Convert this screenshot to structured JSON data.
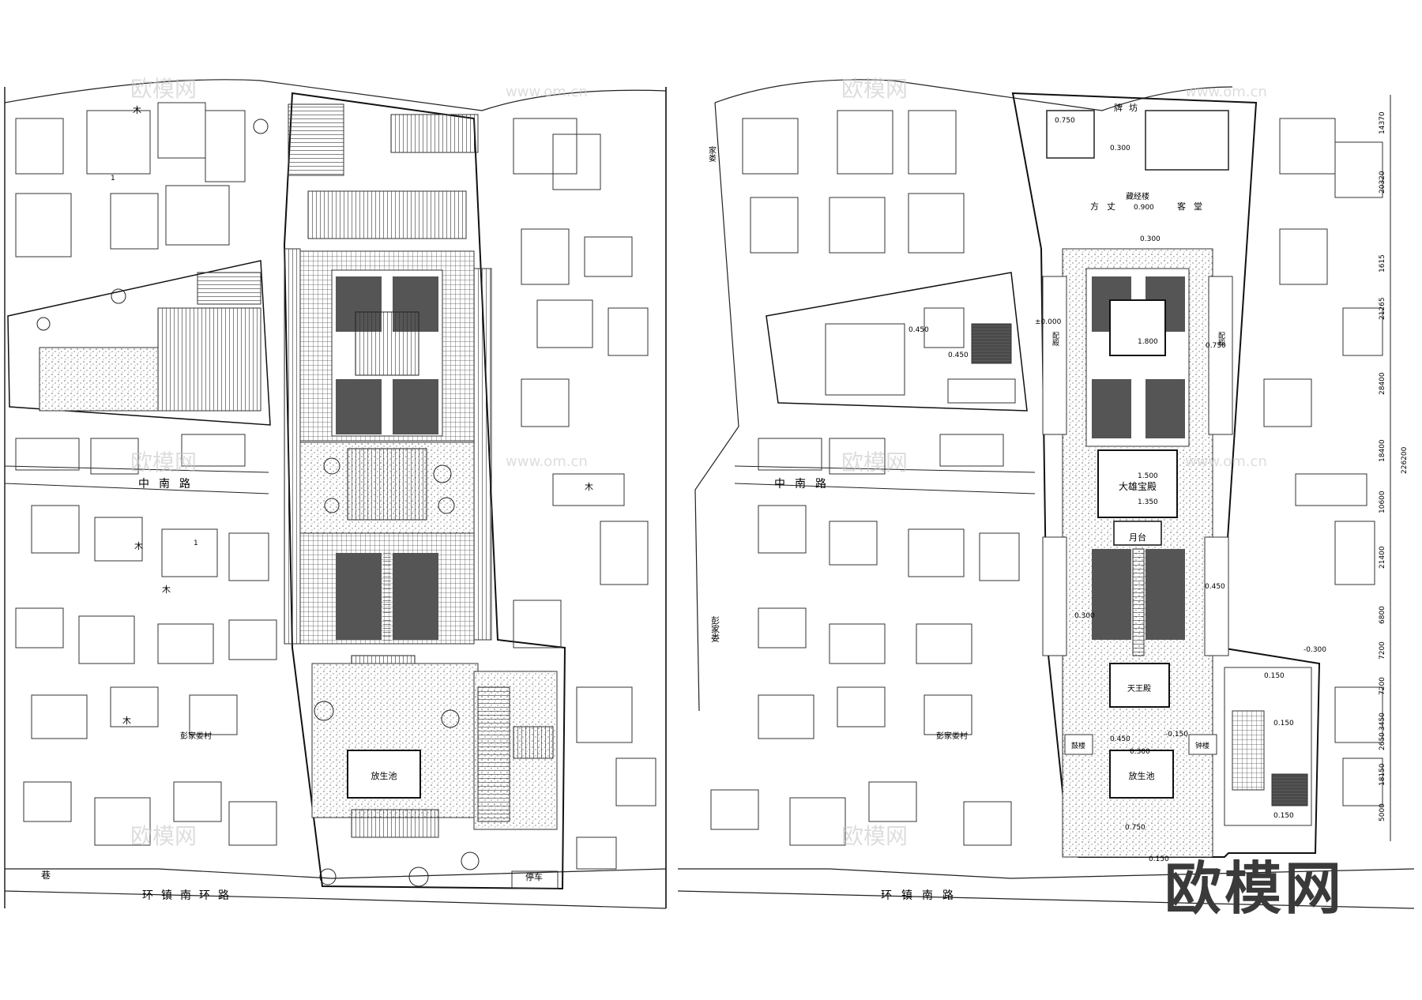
{
  "watermark": {
    "brand": "欧模网",
    "faint_brand": "欧模网",
    "faint_url": "www.om.cn"
  },
  "left_plan": {
    "roads": {
      "middle": "中南路",
      "south": "环镇南环路",
      "east_village": "彭家娄村",
      "lane": "巷"
    },
    "parking": "停车",
    "pond": "放生池",
    "house_label": "木",
    "small_label": "1"
  },
  "right_plan": {
    "roads": {
      "middle": "中南路",
      "south": "环镇南路",
      "village": "彭家娄村",
      "west_lane": "彭家娄",
      "side_lane": "家娄"
    },
    "gate": "牌坊",
    "sutra_hall": "藏经楼",
    "abbot": "方丈",
    "guest": "客堂",
    "main_hall": "大雄宝殿",
    "moon_terrace": "月台",
    "heavenly_king_hall": "天王殿",
    "pond": "放生池",
    "bell_tower": "钟楼",
    "drum_tower": "鼓楼",
    "side_hall_left": "配殿",
    "side_hall_right": "配殿",
    "elevations": [
      "0.750",
      "0.300",
      "0.900",
      "0.300",
      "±0.000",
      "0.450",
      "0.450",
      "0.750",
      "1.800",
      "1.500",
      "1.350",
      "0.300",
      "0.450",
      "0.150",
      "0.150",
      "0.750",
      "0.450",
      "0.150",
      "-0.300",
      "-0.150",
      "0.300",
      "0.150"
    ],
    "dimensions": [
      "14370",
      "20320",
      "1615",
      "21265",
      "28400",
      "18400",
      "10600",
      "21400",
      "6800",
      "7200",
      "7200",
      "3450",
      "2650",
      "18150",
      "5000",
      "226200"
    ]
  }
}
